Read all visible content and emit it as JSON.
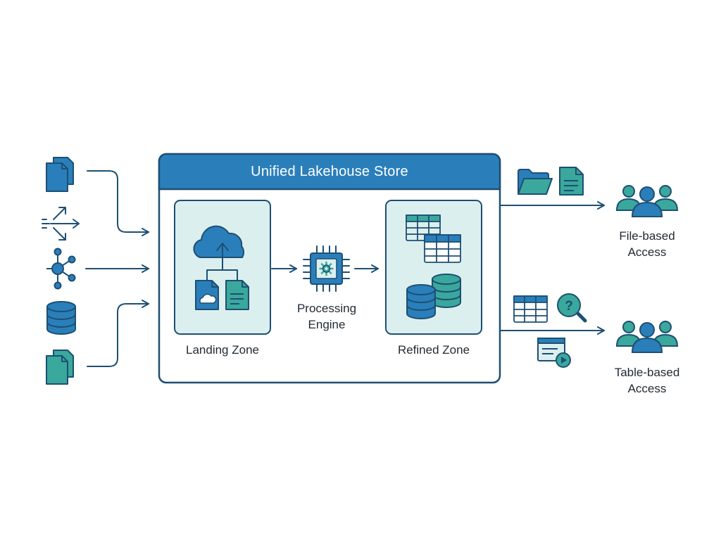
{
  "store": {
    "title": "Unified Lakehouse Store"
  },
  "zones": {
    "landing": "Landing Zone",
    "processing": [
      "Processing",
      "Engine"
    ],
    "refined": "Refined Zone"
  },
  "consumers": {
    "file": [
      "File-based",
      "Access"
    ],
    "table": [
      "Table-based",
      "Access"
    ]
  },
  "colors": {
    "primary": "#2a7fba",
    "dark": "#1d4f73",
    "teal": "#3aa89c",
    "zone_fill": "#dcefef"
  }
}
